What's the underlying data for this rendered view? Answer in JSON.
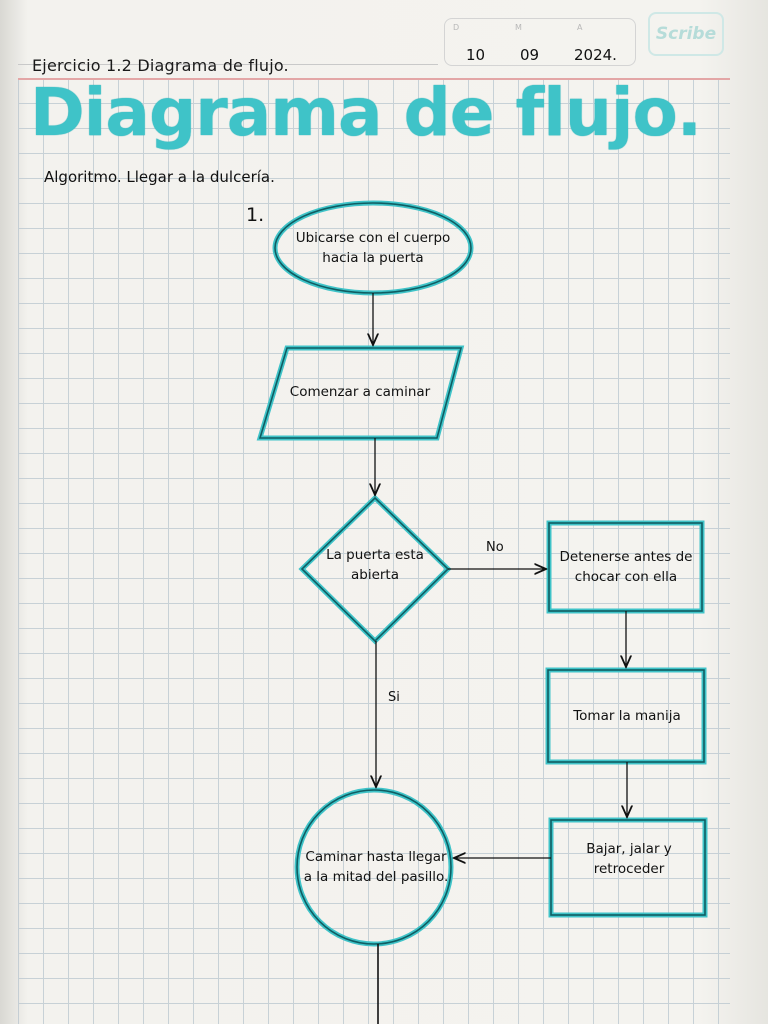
{
  "header": {
    "exercise": "Ejercicio 1.2 Diagrama de flujo.",
    "date_day": "10",
    "date_month": "09",
    "date_year": "2024.",
    "date_labels": [
      "D",
      "M",
      "A"
    ],
    "brand": "Scribe"
  },
  "title": "Diagrama de flujo.",
  "subtitle": "Algoritmo. Llegar a la dulcería.",
  "step_number": "1.",
  "nodes": {
    "start": "Ubicarse con el cuerpo hacia la puerta",
    "walk": "Comenzar a caminar",
    "decision": "La puerta esta abierta",
    "stop": "Detenerse antes de chocar con ella",
    "handle": "Tomar la manija",
    "open": "Bajar, jalar y retroceder",
    "hall": "Caminar hasta llegar a la mitad del pasillo."
  },
  "edges": {
    "no": "No",
    "yes": "Si"
  },
  "colors": {
    "accent": "#3fc3c8",
    "stroke": "#0f5d62",
    "ink": "#111111"
  }
}
